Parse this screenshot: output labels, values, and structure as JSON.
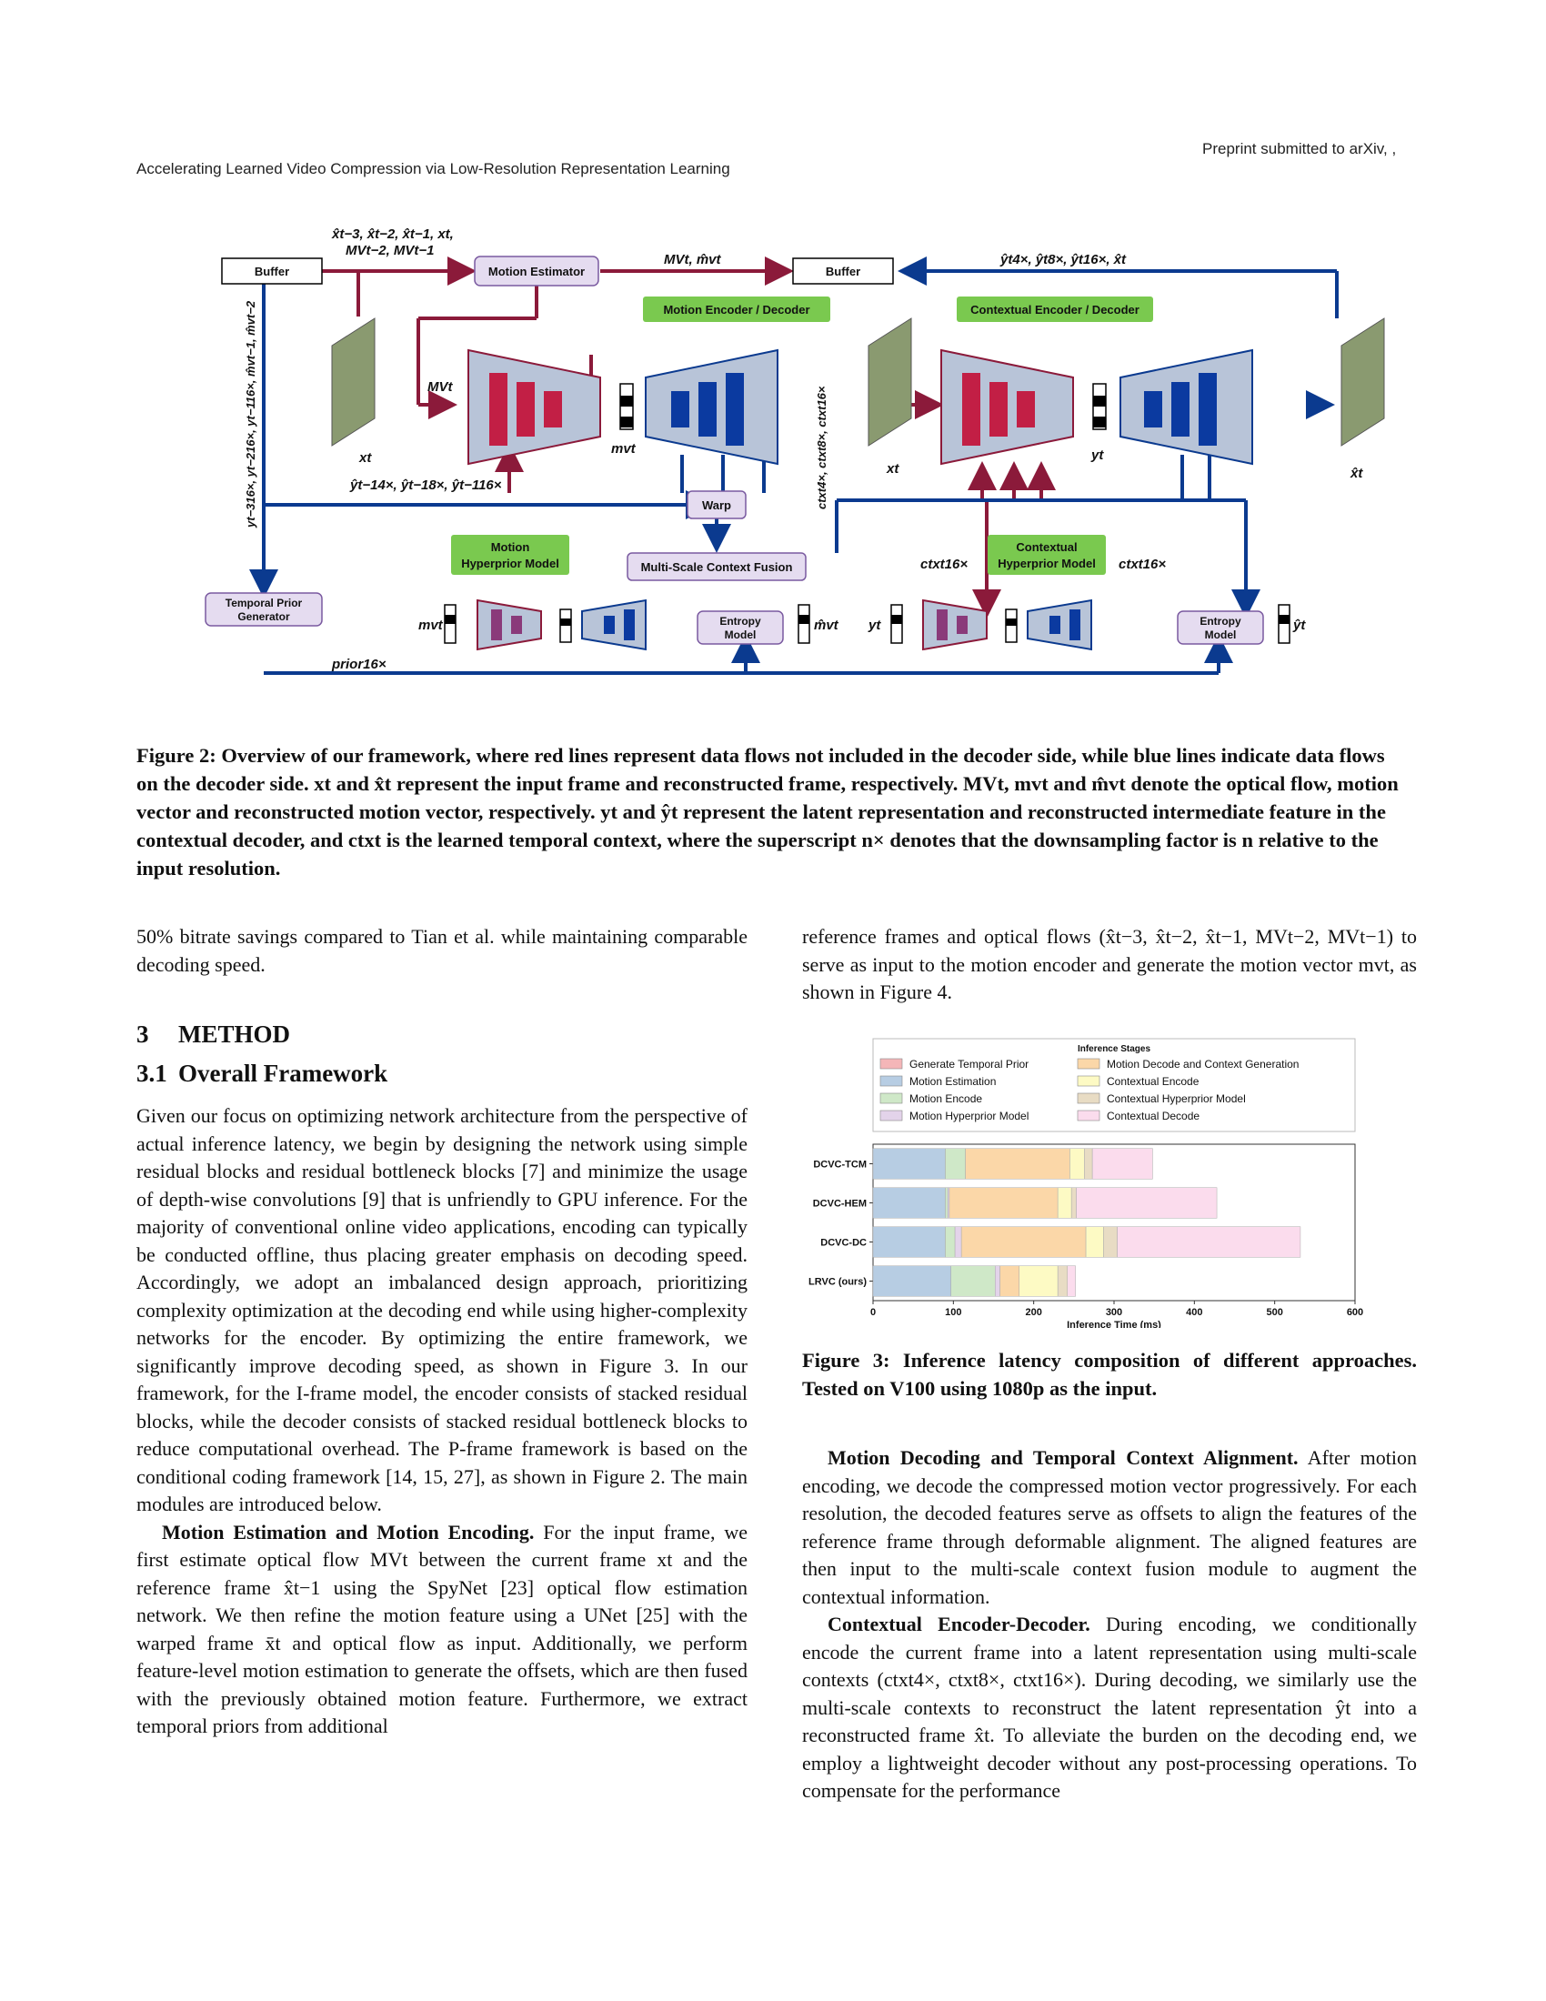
{
  "header": {
    "left": "Accelerating Learned Video Compression via Low-Resolution Representation Learning",
    "right": "Preprint submitted to arXiv, ,"
  },
  "figure2": {
    "labels": {
      "buffer_left": "Buffer",
      "buffer_right": "Buffer",
      "motion_estimator": "Motion Estimator",
      "motion_enc_dec": "Motion Encoder / Decoder",
      "ctx_enc_dec": "Contextual Encoder / Decoder",
      "warp": "Warp",
      "msc_fusion": "Multi-Scale Context Fusion",
      "motion_hyper": "Motion\nHyperprior Model",
      "ctx_hyper": "Contextual\nHyperprior Model",
      "temporal_prior": "Temporal Prior\nGenerator",
      "entropy1": "Entropy\nModel",
      "entropy2": "Entropy\nModel",
      "top_refs": "x̂t−3, x̂t−2, x̂t−1, xt,",
      "top_mvs": "MVt−2, MVt−1",
      "mv_pair": "MVt, m̂vt",
      "top_right_feats": "ŷt4×, ŷt8×, ŷt16×, x̂t",
      "mv_t": "MVt",
      "x_t": "xt",
      "x_t2": "xt",
      "mv_small": "mvt",
      "y_feats": "ŷt−14×, ŷt−18×, ŷt−116×",
      "y_t": "yt",
      "xhat_t": "x̂t",
      "ctx16_left": "ctxt16×",
      "ctx16_right": "ctxt16×",
      "mv_in": "mvt",
      "mvhat_out": "m̂vt",
      "y_in": "yt",
      "yhat_out": "ŷt",
      "prior": "prior16×",
      "left_vertical": "yt−316×, yt−216×, yt−116×, m̂vt−1, m̂vt−2",
      "ctx_vertical": "ctxt4×, ctxt8×, ctxt16×"
    }
  },
  "figure2_caption": "Figure 2: Overview of our framework, where red lines represent data flows not included in the decoder side, while blue lines indicate data flows on the decoder side. xt and x̂t represent the input frame and reconstructed frame, respectively. MVt, mvt and m̂vt denote the optical flow, motion vector and reconstructed motion vector, respectively. yt and ŷt represent the latent representation and reconstructed intermediate feature in the contextual decoder, and ctxt is the learned temporal context, where the superscript n× denotes that the downsampling factor is n relative to the input resolution.",
  "left_column": {
    "intro": "50% bitrate savings compared to Tian et al. while maintaining comparable decoding speed.",
    "sec3_num": "3",
    "sec3_title": "METHOD",
    "sec31_num": "3.1",
    "sec31_title": "Overall Framework",
    "para1": "Given our focus on optimizing network architecture from the perspective of actual inference latency, we begin by designing the network using simple residual blocks and residual bottleneck blocks [7] and minimize the usage of depth-wise convolutions [9] that is unfriendly to GPU inference. For the majority of conventional online video applications, encoding can typically be conducted offline, thus placing greater emphasis on decoding speed. Accordingly, we adopt an imbalanced design approach, prioritizing complexity optimization at the decoding end while using higher-complexity networks for the encoder. By optimizing the entire framework, we significantly improve decoding speed, as shown in Figure 3. In our framework, for the I-frame model, the encoder consists of stacked residual blocks, while the decoder consists of stacked residual bottleneck blocks to reduce computational overhead. The P-frame framework is based on the conditional coding framework [14, 15, 27], as shown in Figure 2. The main modules are introduced below.",
    "para2_head": "Motion Estimation and Motion Encoding.",
    "para2": " For the input frame, we first estimate optical flow MVt between the current frame xt and the reference frame x̂t−1 using the SpyNet [23] optical flow estimation network. We then refine the motion feature using a UNet [25] with the warped frame x̄t and optical flow as input. Additionally, we perform feature-level motion estimation to generate the offsets, which are then fused with the previously obtained motion feature. Furthermore, we extract temporal priors from additional"
  },
  "right_column": {
    "para_top": "reference frames and optical flows (x̂t−3, x̂t−2, x̂t−1, MVt−2, MVt−1) to serve as input to the motion encoder and generate the motion vector mvt, as shown in Figure 4.",
    "fig3_caption": "Figure 3: Inference latency composition of different approaches. Tested on V100 using 1080p as the input.",
    "para_a_head": "Motion Decoding and Temporal Context Alignment.",
    "para_a": " After motion encoding, we decode the compressed motion vector progressively. For each resolution, the decoded features serve as offsets to align the features of the reference frame through deformable alignment. The aligned features are then input to the multi-scale context fusion module to augment the contextual information.",
    "para_b_head": "Contextual Encoder-Decoder.",
    "para_b": " During encoding, we conditionally encode the current frame into a latent representation using multi-scale contexts (ctxt4×, ctxt8×, ctxt16×). During decoding, we similarly use the multi-scale contexts to reconstruct the latent representation ŷt into a reconstructed frame x̂t. To alleviate the burden on the decoding end, we employ a lightweight decoder without any post-processing operations. To compensate for the performance"
  },
  "chart_data": {
    "type": "bar",
    "orientation": "horizontal",
    "stacked": true,
    "title": "Inference Stages",
    "xlabel": "Inference Time (ms)",
    "ylabel": "",
    "xlim": [
      0,
      600
    ],
    "xticks": [
      0,
      100,
      200,
      300,
      400,
      500,
      600
    ],
    "categories": [
      "DCVC-TCM",
      "DCVC-HEM",
      "DCVC-DC",
      "LRVC (ours)"
    ],
    "legend_position": "top",
    "series": [
      {
        "name": "Generate Temporal Prior",
        "color": "#f4b6b8",
        "values": [
          0,
          0,
          0,
          0
        ]
      },
      {
        "name": "Motion Estimation",
        "color": "#b7cde3",
        "values": [
          90,
          90,
          90,
          97
        ]
      },
      {
        "name": "Motion Encode",
        "color": "#cfe8c8",
        "values": [
          25,
          3,
          12,
          55
        ]
      },
      {
        "name": "Motion Hyperprior Model",
        "color": "#e3d3ea",
        "values": [
          0,
          2,
          8,
          6
        ]
      },
      {
        "name": "Motion Decode and Context Generation",
        "color": "#fbd7a8",
        "values": [
          130,
          135,
          155,
          24
        ]
      },
      {
        "name": "Contextual Encode",
        "color": "#fdfac4",
        "values": [
          18,
          17,
          22,
          48
        ]
      },
      {
        "name": "Contextual Hyperprior Model",
        "color": "#e8dcc4",
        "values": [
          10,
          6,
          17,
          12
        ]
      },
      {
        "name": "Contextual Decode",
        "color": "#fbdced",
        "values": [
          75,
          175,
          228,
          10
        ]
      }
    ]
  }
}
